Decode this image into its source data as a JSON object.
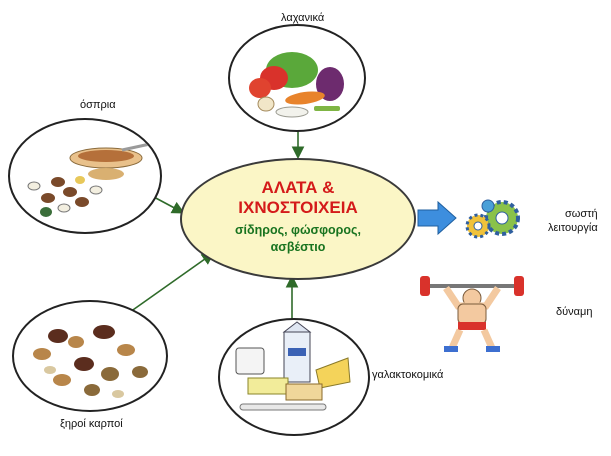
{
  "center": {
    "title_line1": "ΑΛΑΤΑ &",
    "title_line2": "ΙΧΝΟΣΤΟΙΧΕΙΑ",
    "subtitle_line1": "σίδηρος, φώσφορος,",
    "subtitle_line2": "ασβέστιο"
  },
  "sources": {
    "vegetables": "λαχανικά",
    "legumes": "όσπρια",
    "nuts": "ξηροί καρποί",
    "dairy": "γαλακτοκομικά"
  },
  "benefits": {
    "function_line1": "σωστή",
    "function_line2": "λειτουργία",
    "strength": "δύναμη"
  },
  "colors": {
    "title": "#d41a1a",
    "subtitle": "#18731f",
    "center_fill": "#fbf6c6",
    "arrow": "#2f6b2a"
  }
}
